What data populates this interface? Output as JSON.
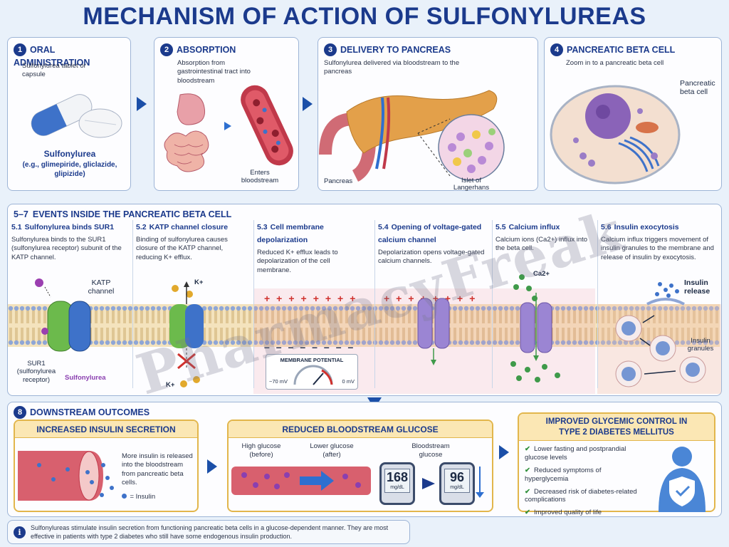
{
  "title": "MECHANISM OF ACTION OF SULFONYLUREAS",
  "steps": [
    {
      "num": "1",
      "title": "ORAL ADMINISTRATION",
      "desc": "Sulfonylurea tablet or capsule",
      "drug_name": "Sulfonylurea",
      "examples": "(e.g., glimepiride, gliclazide, glipizide)"
    },
    {
      "num": "2",
      "title": "ABSORPTION",
      "desc": "Absorption from gastrointestinal tract into bloodstream",
      "label": "Enters bloodstream"
    },
    {
      "num": "3",
      "title": "DELIVERY TO PANCREAS",
      "desc": "Sulfonylurea delivered via bloodstream to the pancreas",
      "label_pancreas": "Pancreas",
      "label_islet": "Islet of Langerhans"
    },
    {
      "num": "4",
      "title": "PANCREATIC BETA CELL",
      "desc": "Zoom in to a pancreatic beta cell",
      "label": "Pancreatic beta cell"
    }
  ],
  "events": {
    "num": "5–7",
    "title": "EVENTS INSIDE THE PANCREATIC BETA CELL",
    "sub": [
      {
        "num": "5.1",
        "title": "Sulfonylurea binds SUR1",
        "desc": "Sulfonylurea binds to the SUR1 (sulfonylurea receptor) subunit of the KATP channel.",
        "label_katp": "KATP channel",
        "label_sur1": "SUR1 (sulfonylurea receptor)",
        "label_drug": "Sulfonylurea"
      },
      {
        "num": "5.2",
        "title": "KATP channel closure",
        "desc": "Binding of sulfonylurea causes closure of the KATP channel, reducing K+ efflux.",
        "ion_top": "K+",
        "ion_bottom": "K+"
      },
      {
        "num": "5.3",
        "title": "Cell membrane depolarization",
        "desc": "Reduced K+ efflux leads to depolarization of the cell membrane.",
        "gauge_title": "MEMBRANE POTENTIAL",
        "gauge_min": "−70 mV",
        "gauge_max": "0 mV"
      },
      {
        "num": "5.4",
        "title": "Opening of voltage-gated calcium channel",
        "desc": "Depolarization opens voltage-gated calcium channels."
      },
      {
        "num": "5.5",
        "title": "Calcium influx",
        "desc": "Calcium ions (Ca2+) influx into the beta cell.",
        "ion": "Ca2+"
      },
      {
        "num": "5.6",
        "title": "Insulin exocytosis",
        "desc": "Calcium influx triggers movement of insulin granules to the membrane and release of insulin by exocytosis.",
        "label_release": "Insulin release",
        "label_granules": "Insulin granules"
      }
    ]
  },
  "downstream": {
    "num": "8",
    "title": "DOWNSTREAM OUTCOMES",
    "insulin": {
      "title": "INCREASED INSULIN SECRETION",
      "desc": "More insulin is released into the bloodstream from pancreatic beta cells.",
      "legend": "= Insulin"
    },
    "glucose": {
      "title": "REDUCED BLOODSTREAM GLUCOSE",
      "high": "High glucose (before)",
      "low": "Lower glucose (after)",
      "meter_label": "Bloodstream glucose",
      "before_val": "168",
      "after_val": "96",
      "unit": "mg/dL"
    },
    "control": {
      "title": "IMPROVED GLYCEMIC CONTROL IN TYPE 2 DIABETES MELLITUS",
      "bullets": [
        "Lower fasting and postprandial glucose levels",
        "Reduced symptoms of hyperglycemia",
        "Decreased risk of diabetes-related complications",
        "Improved quality of life"
      ]
    }
  },
  "footer": "Sulfonylureas stimulate insulin secretion from functioning pancreatic beta cells in a glucose-dependent manner. They are most effective in patients with type 2 diabetes who still have some endogenous insulin production.",
  "watermark": "PharmacyFreak",
  "colors": {
    "primary": "#1b3a8c",
    "accent_gold": "#e2b64c",
    "blood": "#c0394a",
    "membrane": "#e6c98f"
  }
}
